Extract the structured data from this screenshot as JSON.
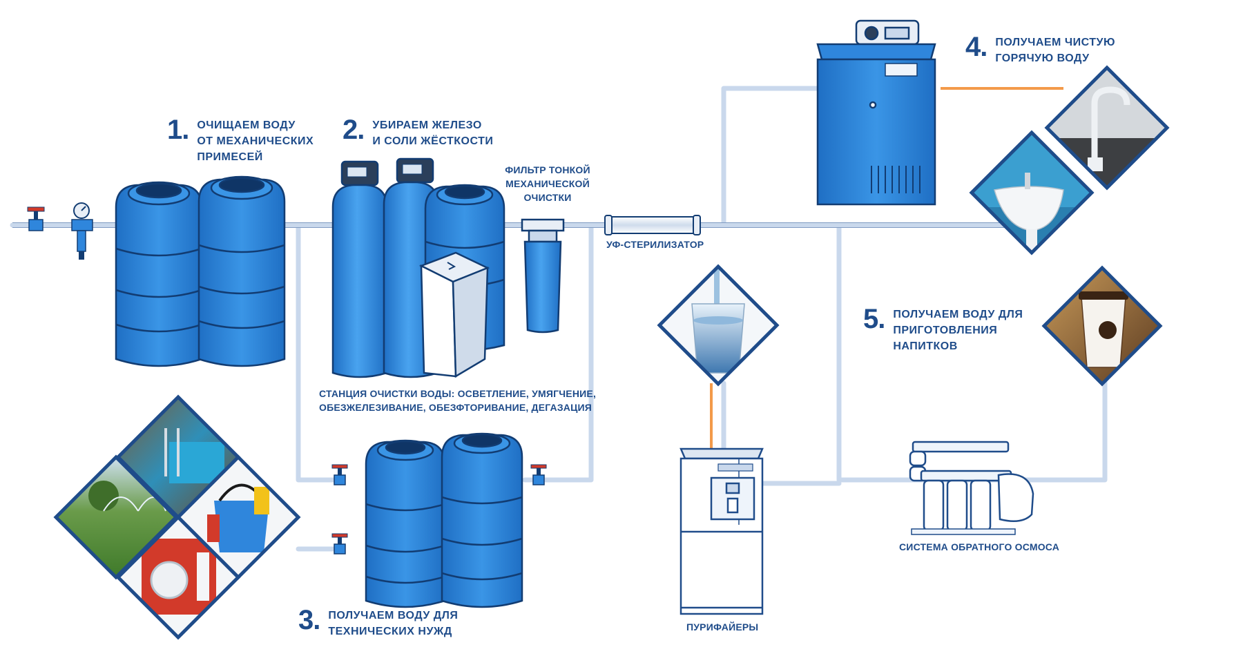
{
  "steps": [
    {
      "number": "1.",
      "lines": [
        "ОЧИЩАЕМ ВОДУ",
        "ОТ МЕХАНИЧЕСКИХ",
        "ПРИМЕСЕЙ"
      ]
    },
    {
      "number": "2.",
      "lines": [
        "УБИРАЕМ ЖЕЛЕЗО",
        "И СОЛИ ЖЁСТКОСТИ"
      ]
    },
    {
      "number": "3.",
      "lines": [
        "ПОЛУЧАЕМ ВОДУ ДЛЯ",
        "ТЕХНИЧЕСКИХ НУЖД"
      ]
    },
    {
      "number": "4.",
      "lines": [
        "ПОЛУЧАЕМ ЧИСТУЮ",
        "ГОРЯЧУЮ ВОДУ"
      ]
    },
    {
      "number": "5.",
      "lines": [
        "ПОЛУЧАЕМ ВОДУ ДЛЯ",
        "ПРИГОТОВЛЕНИЯ",
        "НАПИТКОВ"
      ]
    }
  ],
  "captions": {
    "fine_filter": [
      "ФИЛЬТР ТОНКОЙ",
      "МЕХАНИЧЕСКОЙ",
      "ОЧИСТКИ"
    ],
    "uv_sterilizer": "УФ-СТЕРИЛИЗАТОР",
    "station": [
      "СТАНЦИЯ ОЧИСТКИ ВОДЫ: ОСВЕТЛЕНИЕ, УМЯГЧЕНИЕ,",
      "ОБЕЗЖЕЛЕЗИВАНИЕ, ОБЕЗФТОРИВАНИЕ, ДЕГАЗАЦИЯ"
    ],
    "reverse_osmosis": "СИСТЕМА ОБРАТНОГО ОСМОСА",
    "purifiers": "ПУРИФАЙЕРЫ"
  },
  "colors": {
    "primary": "#1f4c8a",
    "tank": "#2f86dc",
    "tank_dark": "#123c72",
    "pipe": "#c9d8ec",
    "hot_pipe": "#f39a4a"
  },
  "icons": [
    "valve-icon",
    "pressure-regulator-icon",
    "storage-tank-icon",
    "softener-column-icon",
    "brine-tank-icon",
    "cartridge-filter-icon",
    "uv-lamp-icon",
    "boiler-icon",
    "faucet-photo-icon",
    "sink-photo-icon",
    "glass-photo-icon",
    "coffee-cup-photo-icon",
    "water-cooler-icon",
    "reverse-osmosis-icon",
    "pool-photo-icon",
    "lawn-sprinkler-photo-icon",
    "cleaning-bucket-photo-icon",
    "fire-hose-cabinet-photo-icon"
  ]
}
